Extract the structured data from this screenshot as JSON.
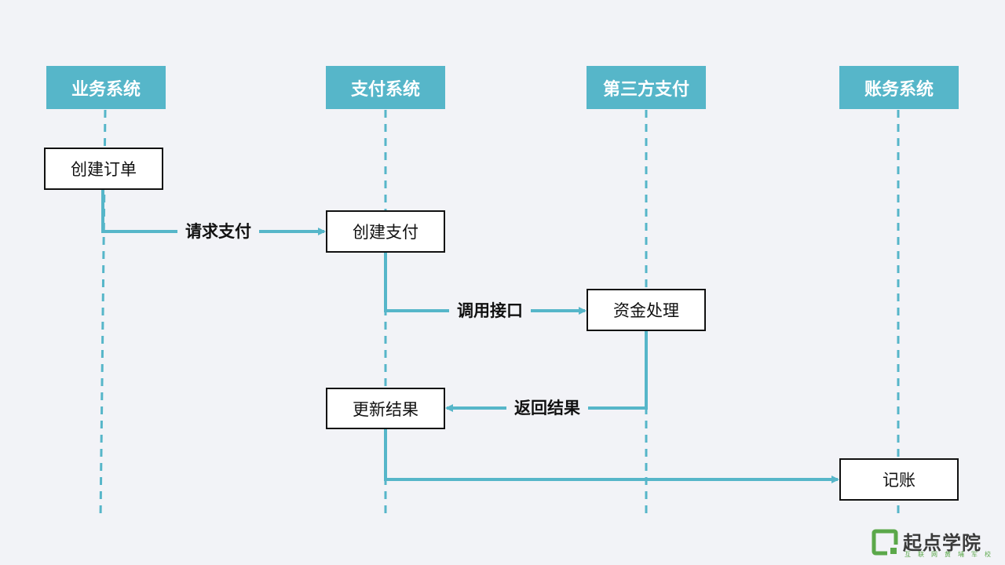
{
  "actors": [
    "业务系统",
    "支付系统",
    "第三方支付",
    "账务系统"
  ],
  "steps": {
    "create_order": "创建订单",
    "create_payment": "创建支付",
    "fund_processing": "资金处理",
    "update_result": "更新结果",
    "bookkeeping": "记账"
  },
  "messages": {
    "request_payment": "请求支付",
    "call_api": "调用接口",
    "return_result": "返回结果"
  },
  "colors": {
    "accent": "#56b6c9",
    "background": "#f2f3f7",
    "box_border": "#111111",
    "logo_green": "#5ba84a"
  },
  "logo": {
    "name": "起点学院",
    "subtitle": "互联网黄埔军校"
  }
}
